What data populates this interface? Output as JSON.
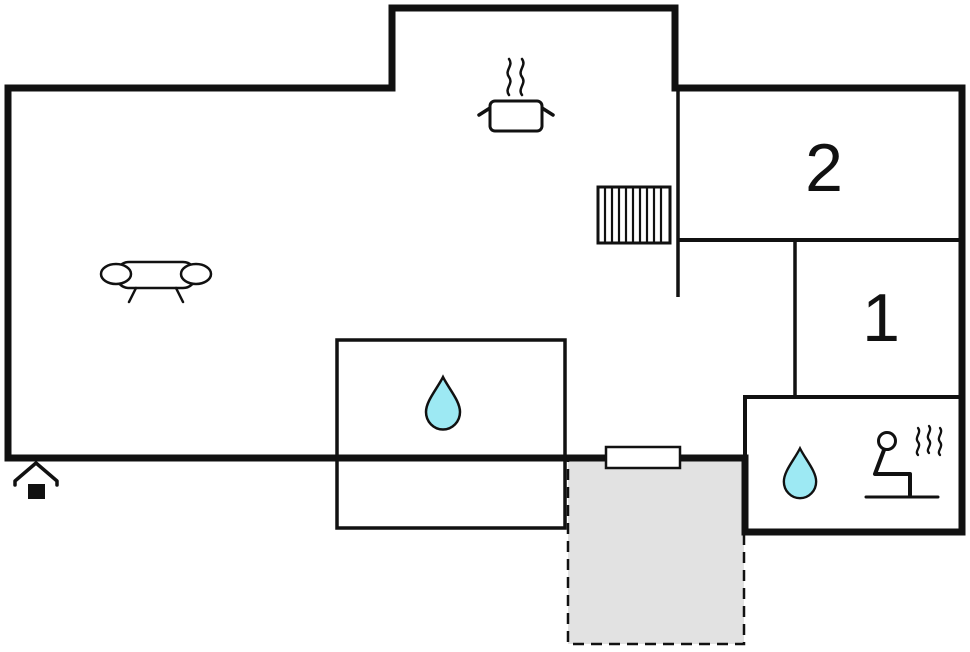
{
  "floorplan": {
    "rooms": [
      {
        "number": "2"
      },
      {
        "number": "1"
      }
    ],
    "colors": {
      "wall": "#111111",
      "water_drop": "#9de9f3",
      "terrace_fill": "#e2e2e2"
    },
    "icons": {
      "living_area": "sofa-icon",
      "kitchen": "stove-steam-icon",
      "stairwell": "stairs-icon",
      "bathroom_main": "water-drop-icon",
      "bathroom_rear": "water-drop-icon",
      "sauna": "sauna-person-icon",
      "well": "well-icon",
      "entrance": "door-opening"
    }
  }
}
